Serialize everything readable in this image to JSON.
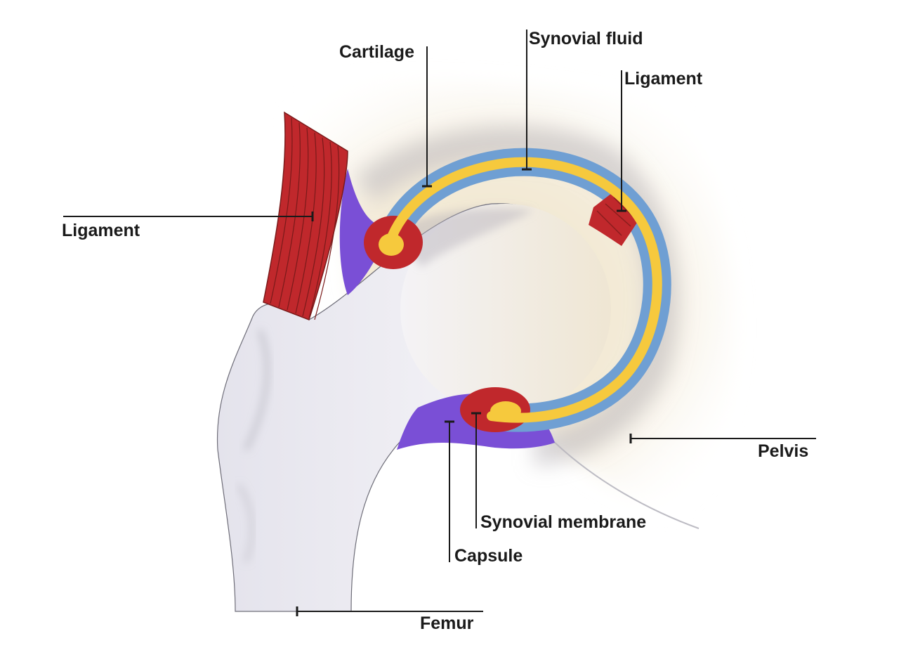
{
  "labels": {
    "cartilage": "Cartilage",
    "synovial_fluid": "Synovial fluid",
    "ligament_right": "Ligament",
    "ligament_left": "Ligament",
    "pelvis": "Pelvis",
    "synovial_membrane": "Synovial membrane",
    "capsule": "Capsule",
    "femur": "Femur"
  },
  "colors": {
    "ligament": "#c0282c",
    "capsule": "#7a4fd6",
    "cartilage": "#6f9fd3",
    "synovial_fluid": "#f6c93d",
    "bone": "#ecebf2",
    "pelvis": "#f2e9d6"
  }
}
